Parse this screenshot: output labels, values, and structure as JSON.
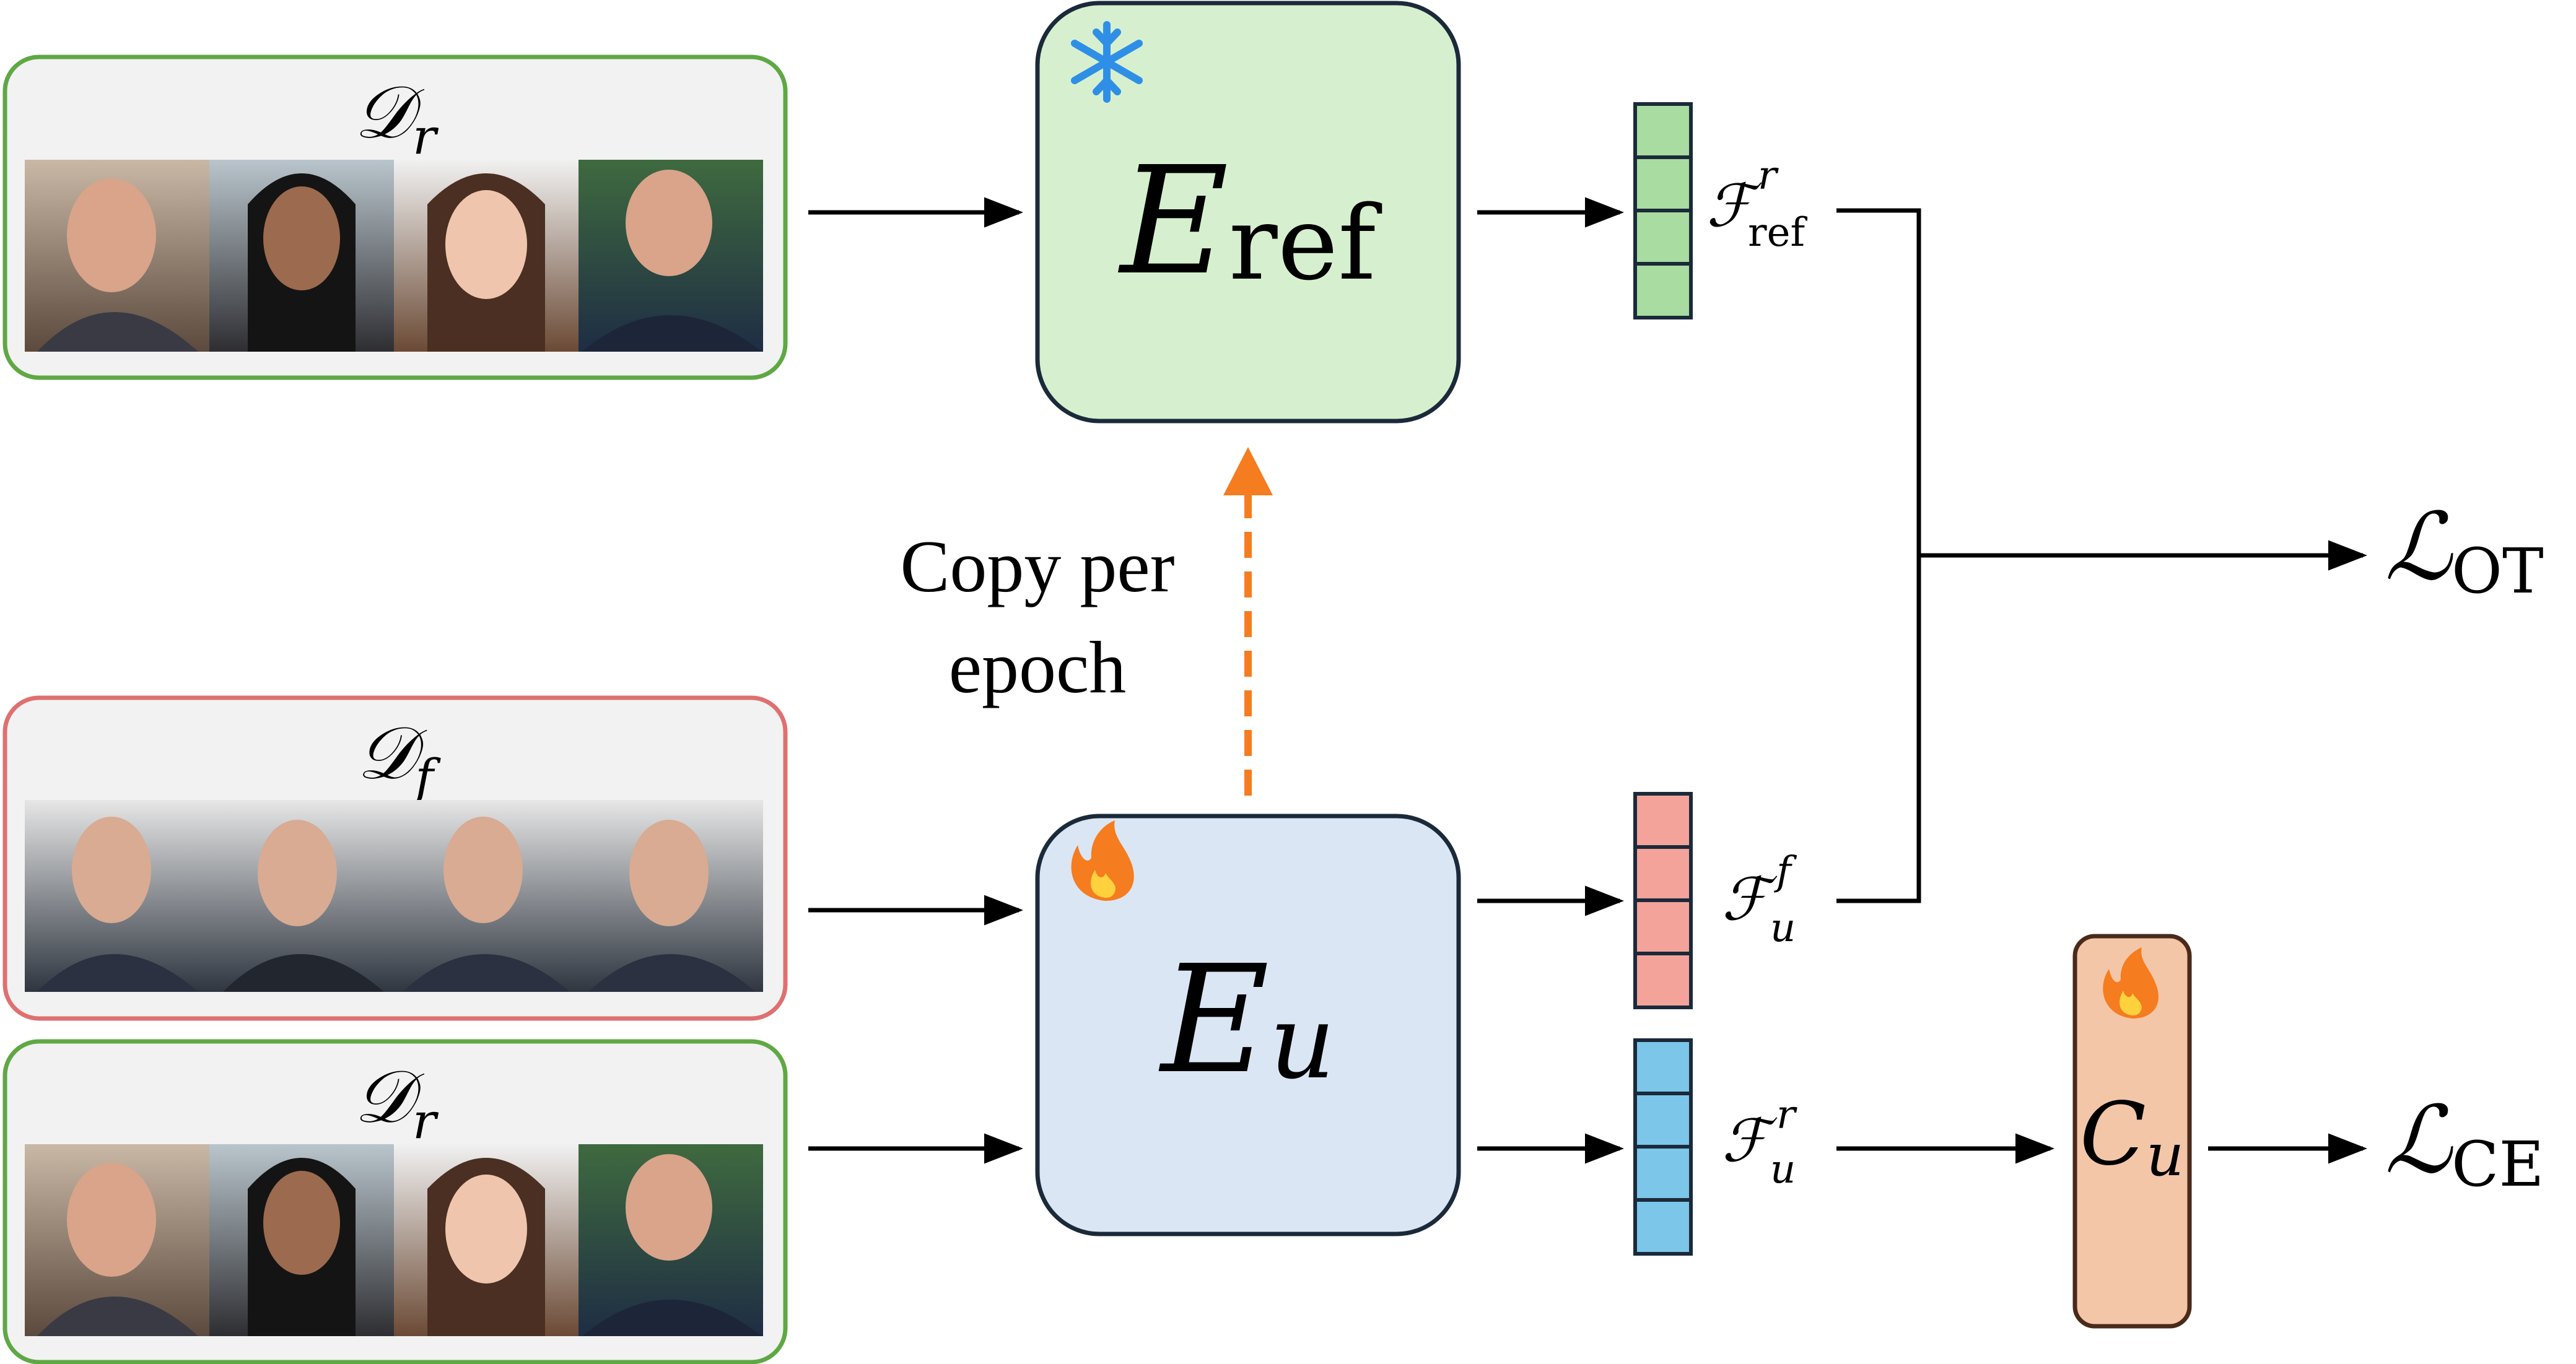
{
  "inputs": {
    "retain_top": {
      "symbol": "𝒟",
      "sub": "r"
    },
    "forget": {
      "symbol": "𝒟",
      "sub": "f"
    },
    "retain_bottom": {
      "symbol": "𝒟",
      "sub": "r"
    }
  },
  "encoders": {
    "ref": {
      "symbol": "E",
      "sub": "ref",
      "status_icon": "snowflake-icon"
    },
    "unlearn": {
      "symbol": "E",
      "sub": "u",
      "status_icon": "fire-icon"
    }
  },
  "features": {
    "ref_retain": {
      "symbol": "ℱ",
      "sub": "ref",
      "sup": "r"
    },
    "u_forget": {
      "symbol": "ℱ",
      "sub": "u",
      "sup": "f"
    },
    "u_retain": {
      "symbol": "ℱ",
      "sub": "u",
      "sup": "r"
    }
  },
  "classifier": {
    "symbol": "C",
    "sub": "u",
    "status_icon": "fire-icon"
  },
  "losses": {
    "ot": {
      "symbol": "ℒ",
      "sub": "OT"
    },
    "ce": {
      "symbol": "ℒ",
      "sub": "CE"
    }
  },
  "copy_label": {
    "line1": "Copy per",
    "line2": "epoch"
  },
  "colors": {
    "retain_border": "#5fa844",
    "forget_border": "#e07070",
    "ref_fill": "#d6f0cf",
    "u_fill": "#dae6f4",
    "classifier_fill": "#f3c6a8",
    "feat_green": "#a8dca0",
    "feat_red": "#f4a39a",
    "feat_blue": "#7cc6ea",
    "copy_arrow": "#f57c1f"
  }
}
